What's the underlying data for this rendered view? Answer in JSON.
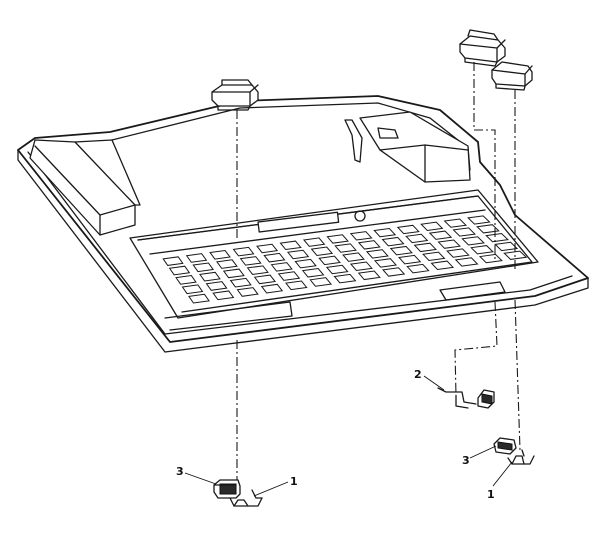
{
  "callouts": [
    {
      "id": "c3-left",
      "label": "3"
    },
    {
      "id": "c1-left",
      "label": "1"
    },
    {
      "id": "c2-right",
      "label": "2"
    },
    {
      "id": "c3-right",
      "label": "3"
    },
    {
      "id": "c1-right",
      "label": "1"
    }
  ]
}
